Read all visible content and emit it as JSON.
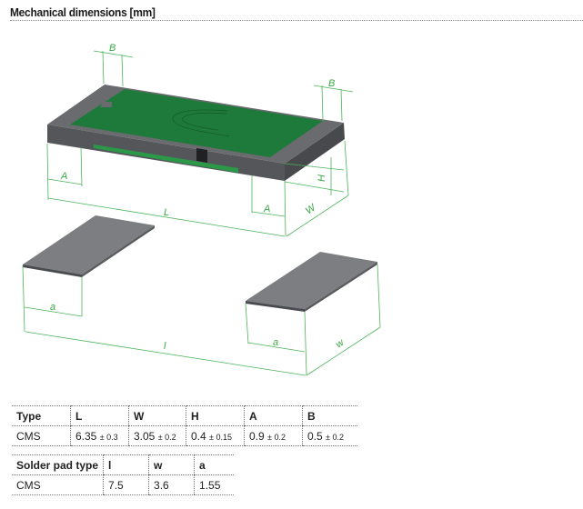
{
  "title": "Mechanical dimensions [mm]",
  "diagram": {
    "labels": {
      "B1": "B",
      "B2": "B",
      "A1": "A",
      "A2": "A",
      "L": "L",
      "H": "H",
      "W": "W",
      "a1": "a",
      "a2": "a",
      "l": "l",
      "w": "w"
    },
    "colors": {
      "body": "#5f6063",
      "green": "#1e7a3a",
      "dimension": "#4cb35a",
      "pad": "#7d7e81"
    }
  },
  "table1": {
    "headers": [
      "Type",
      "L",
      "W",
      "H",
      "A",
      "B"
    ],
    "row": {
      "type": "CMS",
      "values": [
        {
          "v": "6.35",
          "t": "± 0.3"
        },
        {
          "v": "3.05",
          "t": "± 0.2"
        },
        {
          "v": "0.4",
          "t": "± 0.15"
        },
        {
          "v": "0.9",
          "t": "± 0.2"
        },
        {
          "v": "0.5",
          "t": "± 0.2"
        }
      ]
    }
  },
  "table2": {
    "headers": [
      "Solder pad type",
      "l",
      "w",
      "a"
    ],
    "row": [
      "CMS",
      "7.5",
      "3.6",
      "1.55"
    ]
  }
}
